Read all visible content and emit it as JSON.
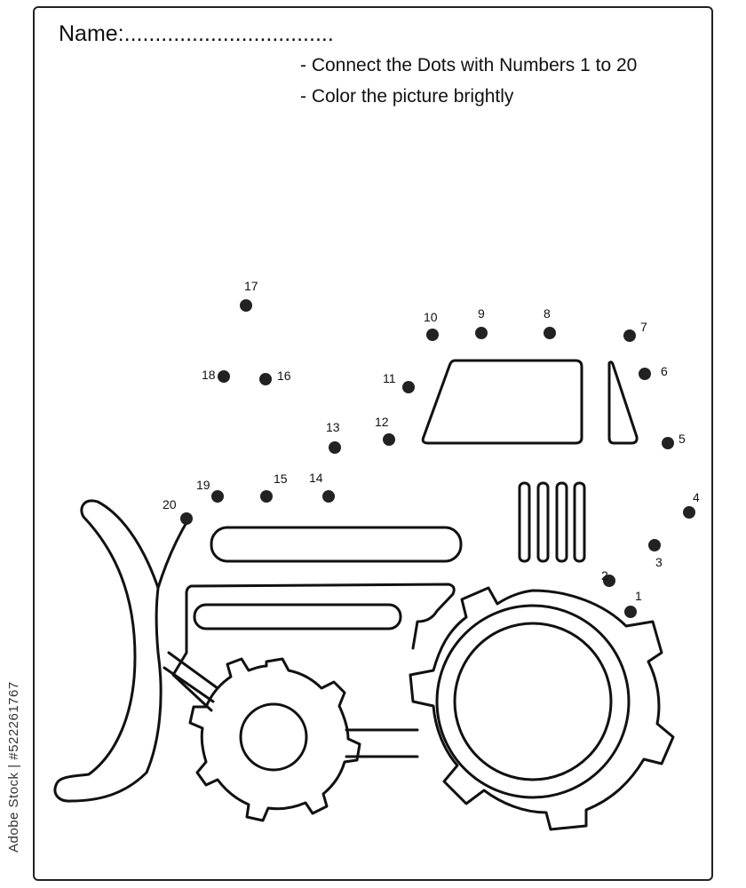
{
  "worksheet": {
    "name_label": "Name:..................................",
    "instructions": [
      "- Connect the Dots with Numbers 1 to 20",
      "- Color the picture brightly"
    ]
  },
  "dots": [
    "1",
    "2",
    "3",
    "4",
    "5",
    "6",
    "7",
    "8",
    "9",
    "10",
    "11",
    "12",
    "13",
    "14",
    "15",
    "16",
    "17",
    "18",
    "19",
    "20"
  ],
  "side_text": "Adobe Stock | #522261767",
  "colors": {
    "line": "#111111",
    "dot": "#222222",
    "paper": "#ffffff"
  }
}
